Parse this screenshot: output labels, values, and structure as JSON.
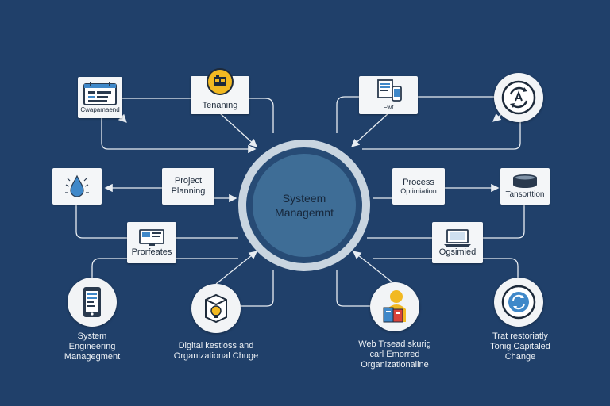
{
  "hub": {
    "line1": "Systeem",
    "line2": "Managemnt"
  },
  "nodes": {
    "top_left_1": {
      "label": "Cwapamaend",
      "icon": "calendar-monitor-icon"
    },
    "top_left_2": {
      "label": "Tenaning",
      "icon": "training-badge-icon"
    },
    "top_right_1": {
      "label": "Fwt",
      "icon": "documents-tablet-icon"
    },
    "top_right_2": {
      "icon": "refresh-cycle-icon"
    },
    "mid_left_1": {
      "icon": "water-drop-icon"
    },
    "mid_left_2": {
      "line1": "Project",
      "line2": "Planning"
    },
    "mid_left_3": {
      "label": "Prorfeates",
      "icon": "monitor-icon"
    },
    "mid_right_1": {
      "line1": "Process",
      "line2": "Optimiation"
    },
    "mid_right_2": {
      "label": "Tansorttion",
      "icon": "cylinder-icon"
    },
    "mid_right_3": {
      "label": "Ogsimied",
      "icon": "laptop-icon"
    }
  },
  "bottom": {
    "b1": {
      "icon": "mobile-phone-icon",
      "caption": "System\nEngineering\nManagegment"
    },
    "b2": {
      "icon": "lightbulb-box-icon",
      "caption": "Digital kestioss and\nOrganizational Chuge"
    },
    "b3": {
      "icon": "books-person-icon",
      "caption": "Web Trsead skurig\ncarl Emorred\nOrganizationaline"
    },
    "b4": {
      "icon": "refresh-globe-icon",
      "caption": "Trat restoriatly\nTonig Capitaled\nChange"
    }
  },
  "colors": {
    "background": "#20406a",
    "connector": "#e8edf2",
    "hub_ring": "#c9d5e0",
    "hub_fill": "#3e6d96",
    "accent_yellow": "#f2b922",
    "accent_blue": "#3f88c9"
  }
}
